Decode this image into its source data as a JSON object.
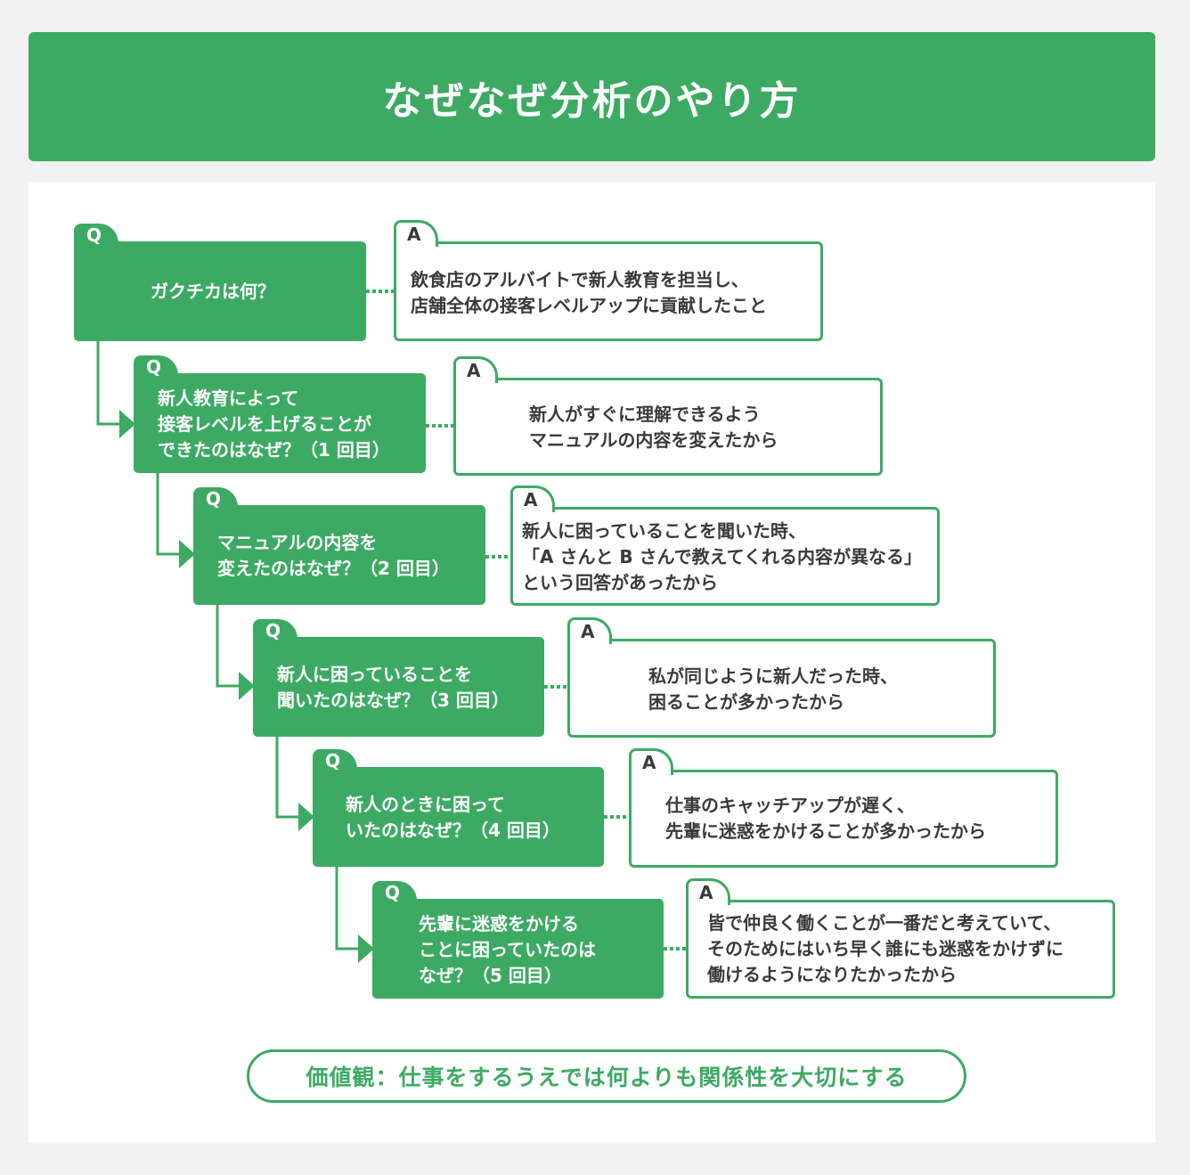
{
  "title": "なぜなぜ分析のやり方",
  "q_label": "Q",
  "a_label": "A",
  "colors": {
    "green": "#3daa64",
    "text": "#3a3a3a",
    "panel": "#ffffff",
    "background": "#f2f2f2"
  },
  "steps": [
    {
      "question": "ガクチカは何？",
      "answer": "飲食店のアルバイトで新人教育を担当し、\n店舗全体の接客レベルアップに貢献したこと"
    },
    {
      "question": "新人教育によって\n接客レベルを上げることが\nできたのはなぜ？（1 回目）",
      "answer": "新人がすぐに理解できるよう\nマニュアルの内容を変えたから"
    },
    {
      "question": "マニュアルの内容を\n変えたのはなぜ？（2 回目）",
      "answer": "新人に困っていることを聞いた時、\n「A さんと B さんで教えてくれる内容が異なる」\nという回答があったから"
    },
    {
      "question": "新人に困っていることを\n聞いたのはなぜ？（3 回目）",
      "answer": "私が同じように新人だった時、\n困ることが多かったから"
    },
    {
      "question": "新人のときに困って\nいたのはなぜ？（4 回目）",
      "answer": "仕事のキャッチアップが遅く、\n先輩に迷惑をかけることが多かったから"
    },
    {
      "question": "先輩に迷惑をかける\nことに困っていたのは\nなぜ？（5 回目）",
      "answer": "皆で仲良く働くことが一番だと考えていて、\nそのためにはいち早く誰にも迷惑をかけずに\n働けるようになりたかったから"
    }
  ],
  "conclusion": "価値観：仕事をするうえでは何よりも関係性を大切にする"
}
